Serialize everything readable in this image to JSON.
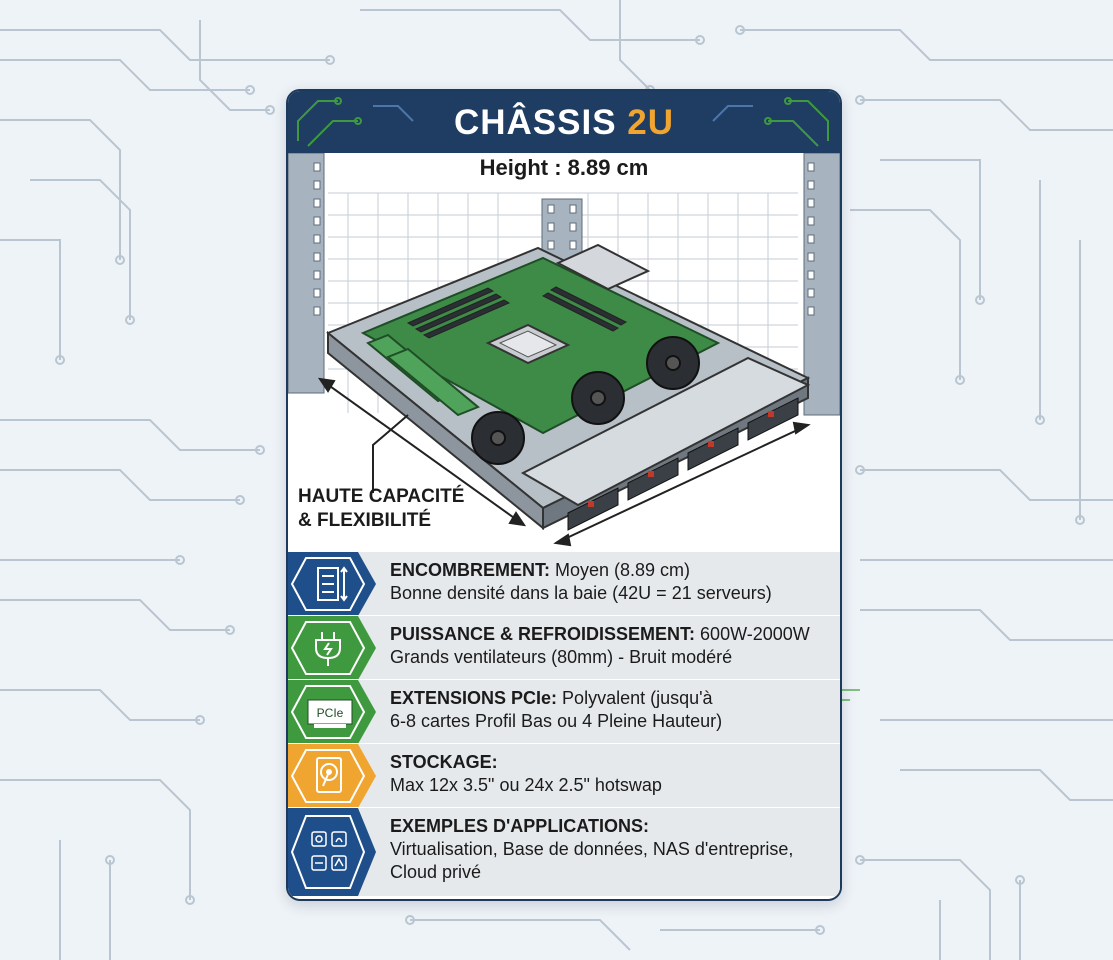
{
  "card": {
    "title_main": "CHÂSSIS ",
    "title_accent": "2U",
    "height_label": "Height : 8.89 cm",
    "capacity_label": "HAUTE CAPACITÉ\n& FLEXIBILITÉ"
  },
  "specs": [
    {
      "title": "ENCOMBREMENT:",
      "value": " Moyen (8.89 cm)",
      "line2": "Bonne densité dans la baie (42U = 21 serveurs)",
      "icon": "rack-icon",
      "color": "#1f4f8a"
    },
    {
      "title": "PUISSANCE & REFROIDISSEMENT:",
      "value": " 600W-2000W",
      "line2": "Grands ventilateurs (80mm) - Bruit modéré",
      "icon": "power-plug-icon",
      "color": "#3f9a3f"
    },
    {
      "title": "EXTENSIONS PCIe:",
      "value": " Polyvalent (jusqu'à",
      "line2": "6-8 cartes Profil Bas ou 4 Pleine Hauteur)",
      "icon": "pcie-card-icon",
      "icon_text": "PCIe",
      "color": "#3f9a3f"
    },
    {
      "title": "STOCKAGE:",
      "value": "",
      "line2": "Max 12x 3.5\" ou 24x 2.5\" hotswap",
      "icon": "hard-drive-icon",
      "color": "#f0a531"
    },
    {
      "title": "EXEMPLES D'APPLICATIONS:",
      "value": "",
      "line2": "Virtualisation, Base de données, NAS d'entreprise,",
      "line3": "Cloud privé",
      "icon": "applications-grid-icon",
      "color": "#1f4f8a"
    }
  ],
  "colors": {
    "navy": "#1f3d63",
    "accent_orange": "#f0a531",
    "green": "#3f9a3f",
    "blue": "#1f4f8a",
    "row_bg": "#e6e9ec"
  }
}
